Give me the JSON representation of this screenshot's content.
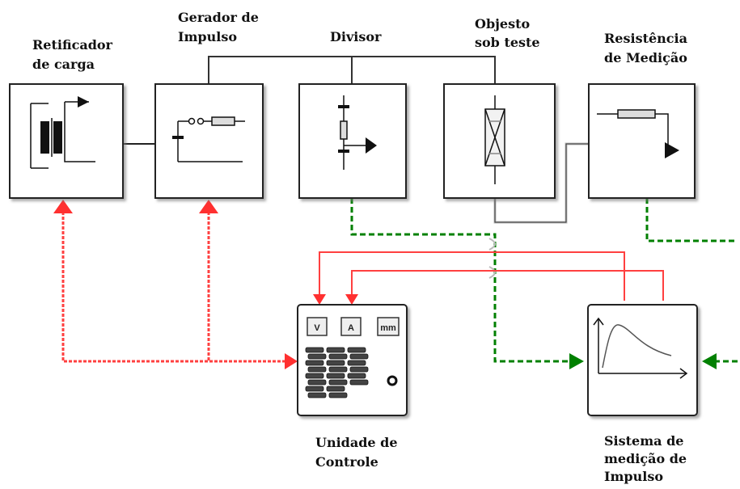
{
  "blocks": {
    "retificador": [
      "Retificador",
      "de carga"
    ],
    "gerador": [
      "Gerador de",
      "Impulso"
    ],
    "divisor": [
      "Divisor"
    ],
    "objeto": [
      "Objesto",
      "sob teste"
    ],
    "resistencia": [
      "Resistência",
      "de Medição"
    ],
    "controle": [
      "Unidade de",
      "Controle"
    ],
    "medicao": [
      "Sistema de",
      "medição de",
      "Impulso"
    ]
  },
  "control_keys": [
    "V",
    "A",
    "mm"
  ],
  "colors": {
    "control_line": "#ff4040",
    "signal_line": "#008000",
    "hv_line": "#333333",
    "box_border": "#222222"
  }
}
